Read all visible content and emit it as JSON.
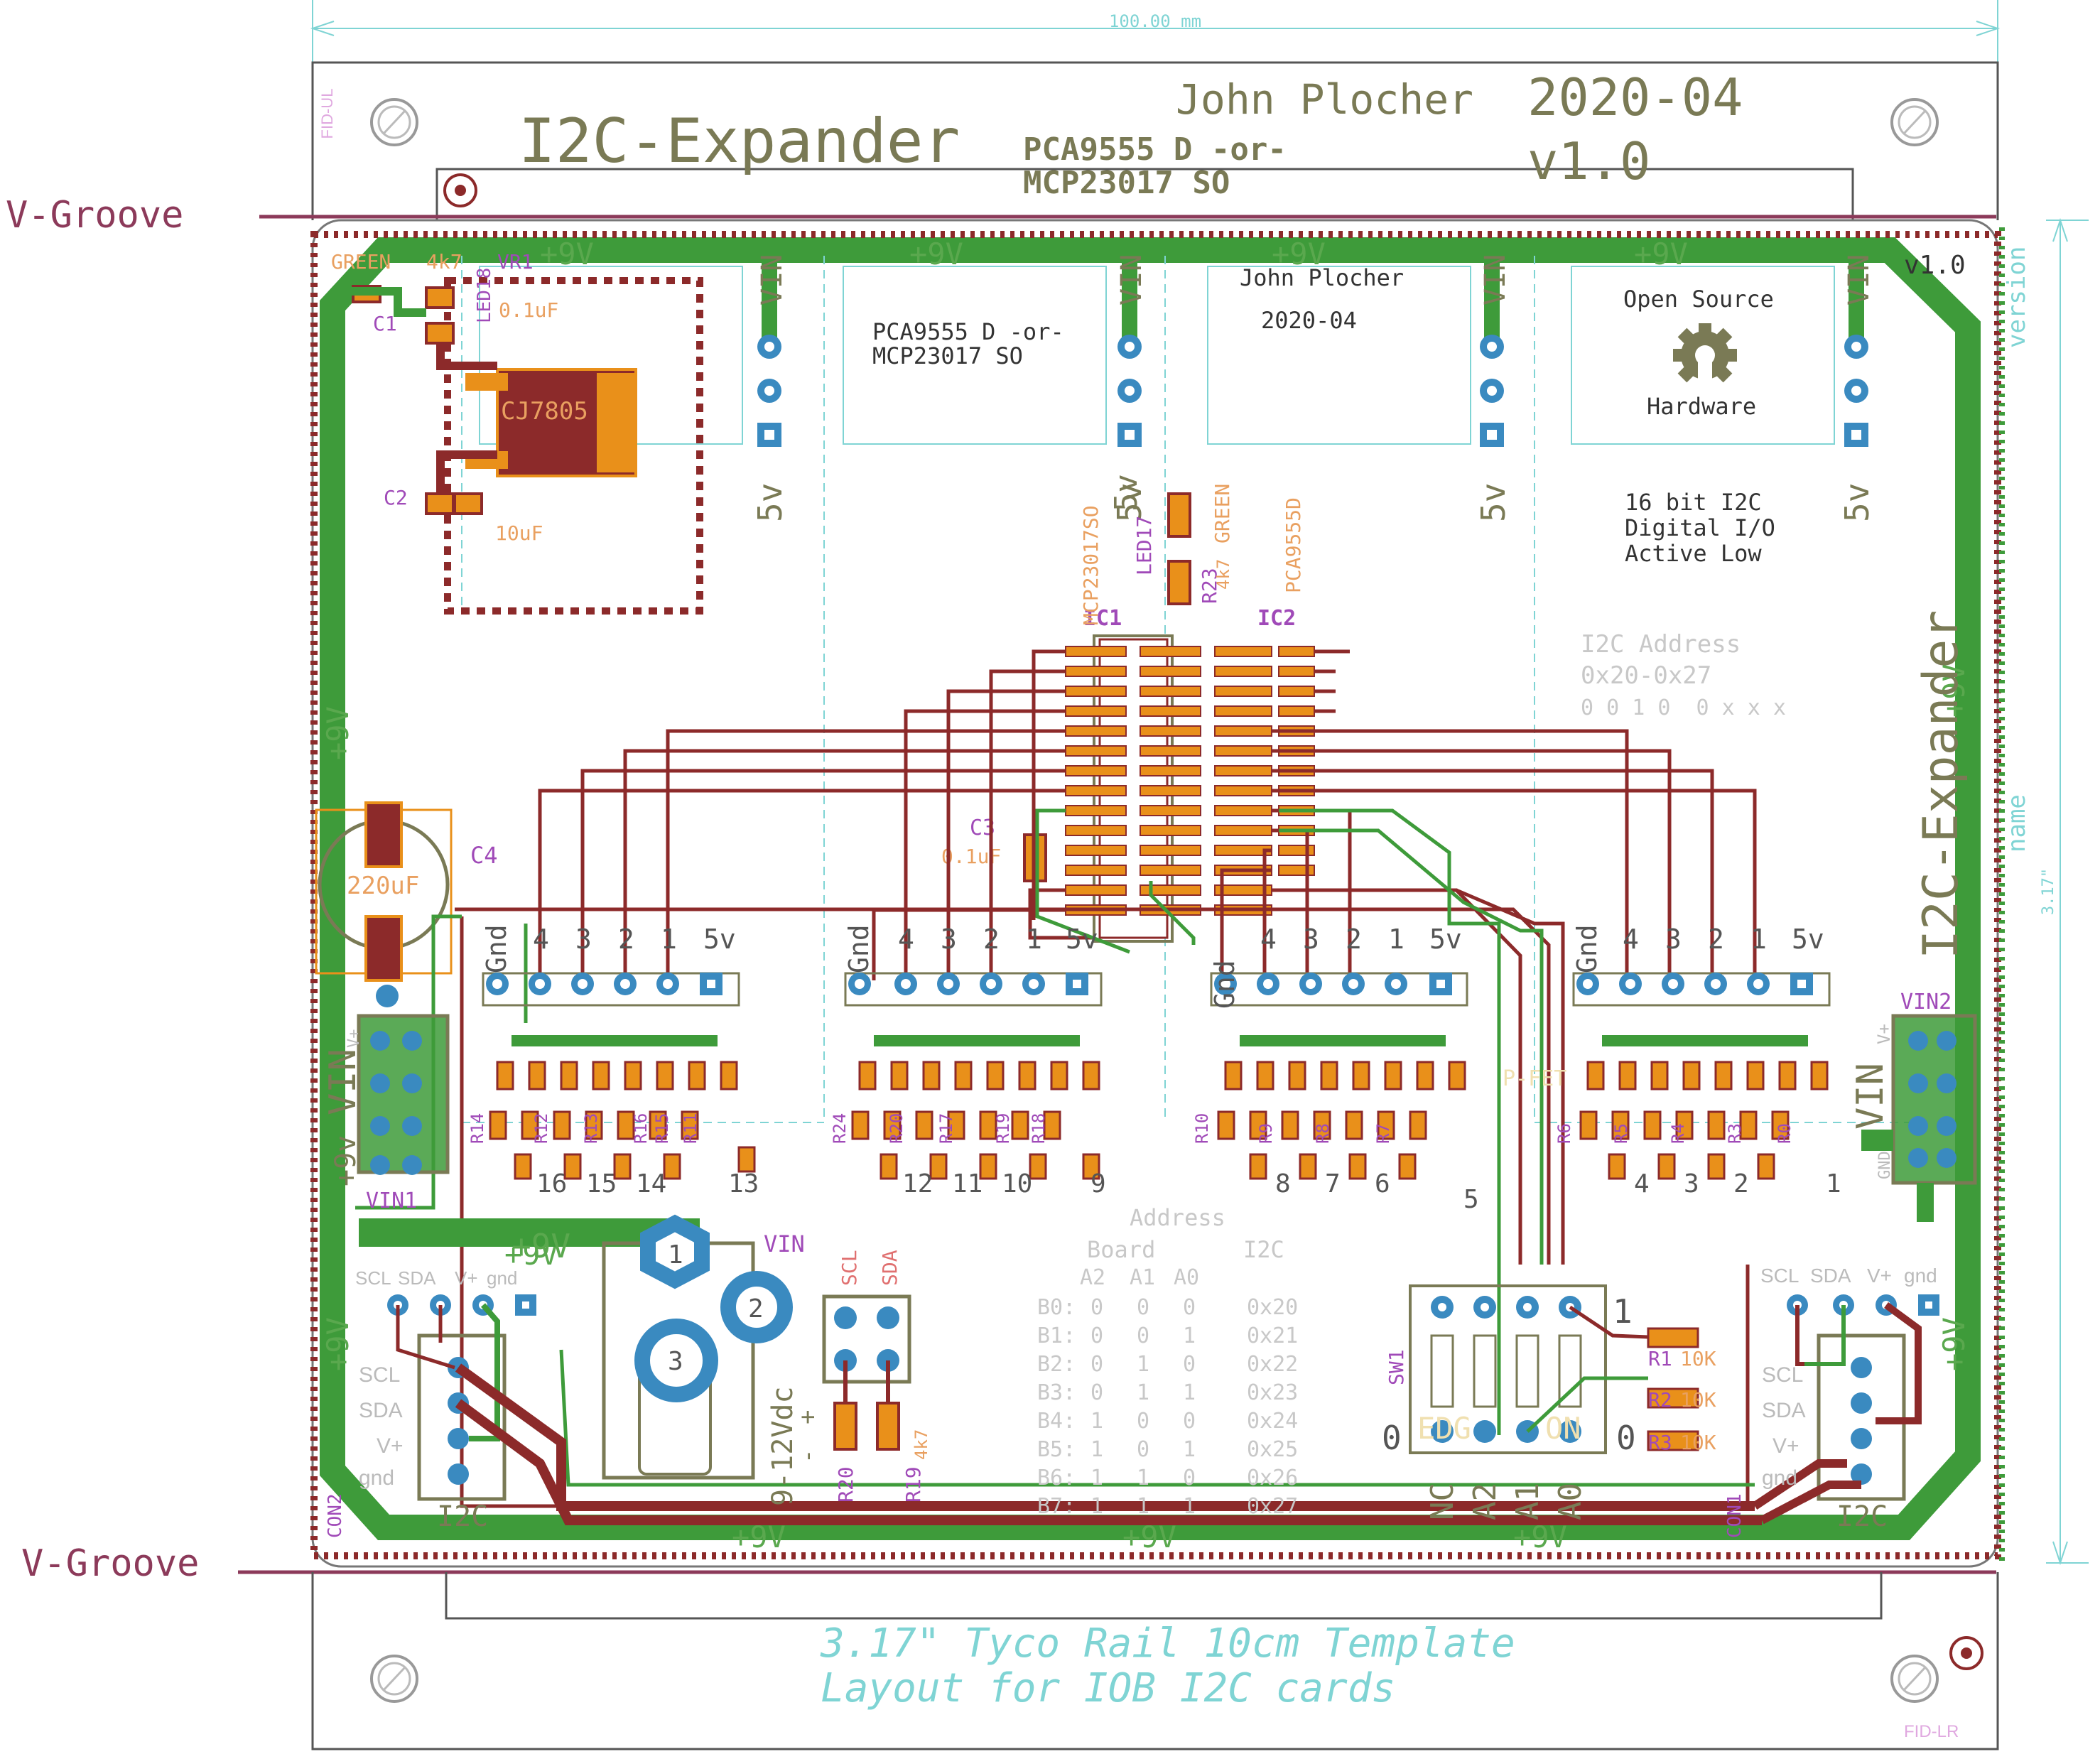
{
  "dimension": {
    "width_label": "100.00 mm",
    "height_label": "3.17\""
  },
  "title": {
    "main": "I2C-Expander",
    "chip_options": [
      "PCA9555 D -or-",
      "MCP23017 SO"
    ],
    "author": "John Plocher",
    "date": "2020-04",
    "version": "v1.0"
  },
  "vgroove_label": "V-Groove",
  "fiducials": {
    "upper_left": "FID-UL",
    "lower_right": "FID-LR"
  },
  "footer": {
    "line1": "3.17\" Tyco Rail 10cm Template",
    "line2": "Layout for IOB I2C cards"
  },
  "rails": {
    "nine_volt": "+9V",
    "five_volt": "5v",
    "vin": "VIN"
  },
  "side_labels": {
    "version": "version",
    "name": "name",
    "vertical_title": "I2C-Expander"
  },
  "panel_text": {
    "chip_options": [
      "PCA9555 D -or-",
      "MCP23017 SO"
    ],
    "author": "John Plocher",
    "date": "2020-04",
    "open_source": "Open Source",
    "hardware": "Hardware",
    "description": [
      "16 bit I2C",
      "Digital I/O",
      "Active Low"
    ],
    "version": "v1.0"
  },
  "regulator": {
    "vr": "VR1",
    "part": "CJ7805",
    "cap_top_name": "C1",
    "cap_top_value": "0.1uF",
    "cap_bottom_name": "C2",
    "cap_bottom_value": "10uF",
    "led_name": "LED18",
    "led_color": "GREEN",
    "led_res": "4k7"
  },
  "bulk_cap": {
    "name": "C4",
    "value": "220uF"
  },
  "chips": {
    "ic1": "IC1",
    "ic1_part": "MCP23017SO",
    "ic2": "IC2",
    "ic2_part": "PCA9555D",
    "c3_name": "C3",
    "c3_value": "0.1uF",
    "led_name": "LED17",
    "led_res": "R23",
    "led_res_value": "4k7",
    "led_color": "GREEN"
  },
  "address_info": {
    "title": "I2C Address",
    "range": "0x20-0x27",
    "bits": "0 0 1 0  0 x x x"
  },
  "headers": [
    {
      "labels": [
        "Gnd",
        "4",
        "3",
        "2",
        "1",
        "5v"
      ],
      "resistors": [
        "R14",
        "R12",
        "R13",
        "R16",
        "R15",
        "R11"
      ],
      "numbers": [
        "16",
        "15",
        "14",
        "13"
      ]
    },
    {
      "labels": [
        "Gnd",
        "4",
        "3",
        "2",
        "1",
        "5v"
      ],
      "resistors": [
        "R24",
        "R20",
        "R17",
        "R19",
        "R18"
      ],
      "numbers": [
        "12",
        "11",
        "10",
        "9"
      ]
    },
    {
      "labels": [
        "Gnd",
        "4",
        "3",
        "2",
        "1",
        "5v"
      ],
      "resistors": [
        "R10",
        "R9",
        "R8",
        "R7"
      ],
      "numbers": [
        "8",
        "7",
        "6",
        "5"
      ]
    },
    {
      "labels": [
        "Gnd",
        "4",
        "3",
        "2",
        "1",
        "5v"
      ],
      "resistors": [
        "R6",
        "R5",
        "R4",
        "R3",
        "R0"
      ],
      "numbers": [
        "4",
        "3",
        "2",
        "1"
      ]
    }
  ],
  "pfet": "P-FET",
  "vin_left": {
    "name": "VIN1",
    "label": "VIN",
    "plus": "+9v",
    "vplus": "V+"
  },
  "vin_right": {
    "name": "VIN2",
    "label": "VIN",
    "vplus": "V+",
    "gnd": "GND"
  },
  "i2c_pins": {
    "scl": "SCL",
    "sda": "SDA",
    "vplus": "V+",
    "gnd": "gnd",
    "conn_label": "I2C",
    "con_left": "CON2",
    "con_right": "CON1"
  },
  "power_jack": {
    "label": "VIN",
    "pins": [
      "1",
      "2",
      "3"
    ],
    "voltage": "9-12Vdc",
    "plus": "+",
    "minus": "-"
  },
  "pullups": {
    "scl": "SCL",
    "sda": "SDA",
    "r1": "R20",
    "r2": "R19",
    "value": "4k7"
  },
  "address_table": {
    "title": "Address",
    "headers": [
      "Board",
      "I2C"
    ],
    "subheaders": [
      "A2",
      "A1",
      "A0"
    ],
    "rows": [
      [
        "B0:",
        "0",
        "0",
        "0",
        "0x20"
      ],
      [
        "B1:",
        "0",
        "0",
        "1",
        "0x21"
      ],
      [
        "B2:",
        "0",
        "1",
        "0",
        "0x22"
      ],
      [
        "B3:",
        "0",
        "1",
        "1",
        "0x23"
      ],
      [
        "B4:",
        "1",
        "0",
        "0",
        "0x24"
      ],
      [
        "B5:",
        "1",
        "0",
        "1",
        "0x25"
      ],
      [
        "B6:",
        "1",
        "1",
        "0",
        "0x26"
      ],
      [
        "B7:",
        "1",
        "1",
        "1",
        "0x27"
      ]
    ]
  },
  "dip_switch": {
    "name": "SW1",
    "off": "EDG",
    "on": "ON",
    "left_num": "0",
    "right_num": "1",
    "left_bottom": "0",
    "a_labels": [
      "NC",
      "A2",
      "A1",
      "A0"
    ],
    "r1": "R1",
    "r2": "R2",
    "r3": "R3",
    "r_value": "10K"
  },
  "colors": {
    "copper_top": "#3e9b3a",
    "copper_bottom": "#8c2a2a",
    "pad": "#e9901a",
    "silk": "#7a7a55",
    "name": "#a04ab8",
    "dimension": "#7fd4d4",
    "outline": "#555555"
  }
}
